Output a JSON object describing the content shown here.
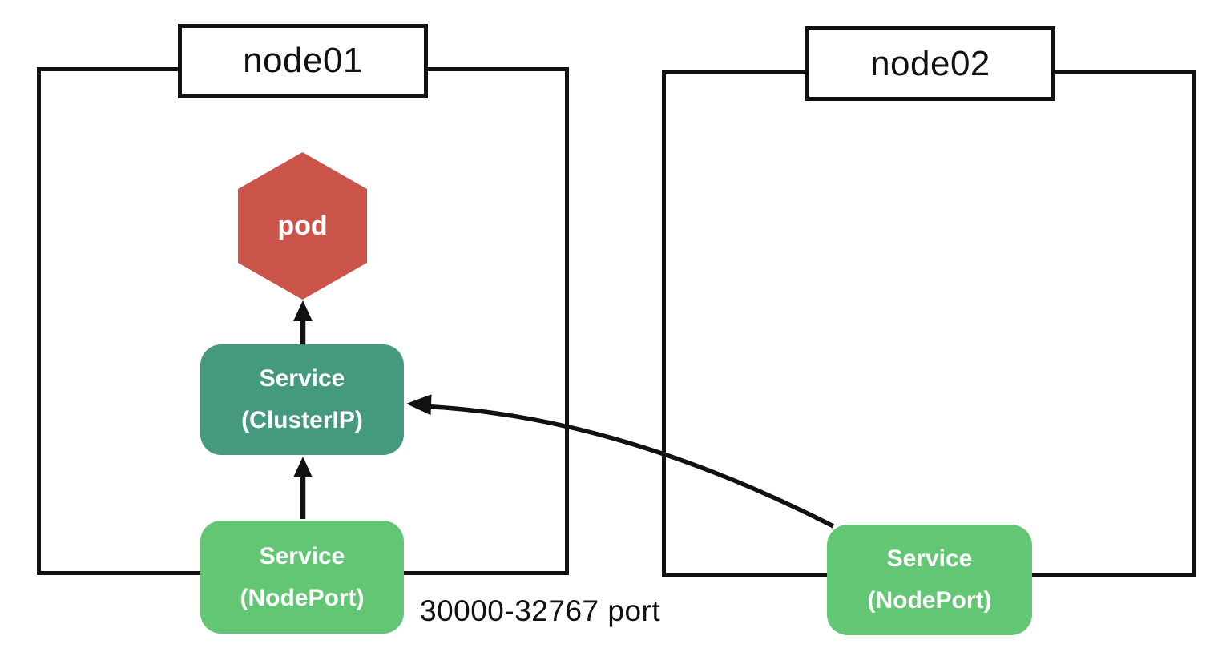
{
  "nodes": [
    {
      "label": "node01"
    },
    {
      "label": "node02"
    }
  ],
  "shapes": {
    "pod": {
      "label": "pod",
      "shape": "hexagon",
      "color": "#cb544a"
    },
    "cluster_ip": {
      "line1": "Service",
      "line2": "(ClusterIP)",
      "color": "#45997f"
    },
    "node_port_node01": {
      "line1": "Service",
      "line2": "(NodePort)",
      "color": "#62c675"
    },
    "node_port_node02": {
      "line1": "Service",
      "line2": "(NodePort)",
      "color": "#62c675"
    }
  },
  "annotations": {
    "port_range": "30000-32767 port"
  },
  "arrows": [
    {
      "from": "service-nodeport-node01",
      "to": "service-clusterip",
      "style": "straight-up"
    },
    {
      "from": "service-clusterip",
      "to": "pod",
      "style": "straight-up"
    },
    {
      "from": "service-nodeport-node02",
      "to": "service-clusterip",
      "style": "curved"
    }
  ],
  "colors": {
    "line": "#111111",
    "border": "#111111",
    "background": "#ffffff",
    "label_text": "#ffffff",
    "text": "#111111"
  }
}
